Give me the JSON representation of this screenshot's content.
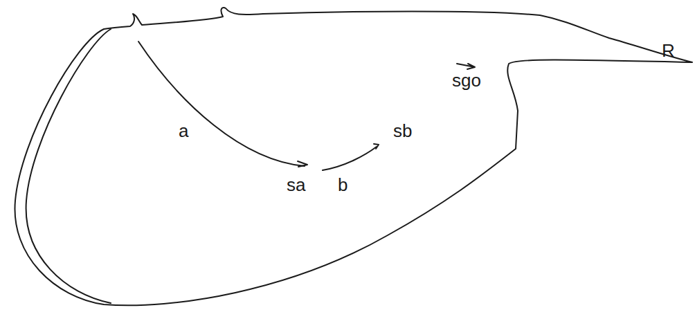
{
  "diagram": {
    "labels": [
      "R",
      "sgo",
      "sb",
      "a",
      "sa",
      "b"
    ]
  }
}
